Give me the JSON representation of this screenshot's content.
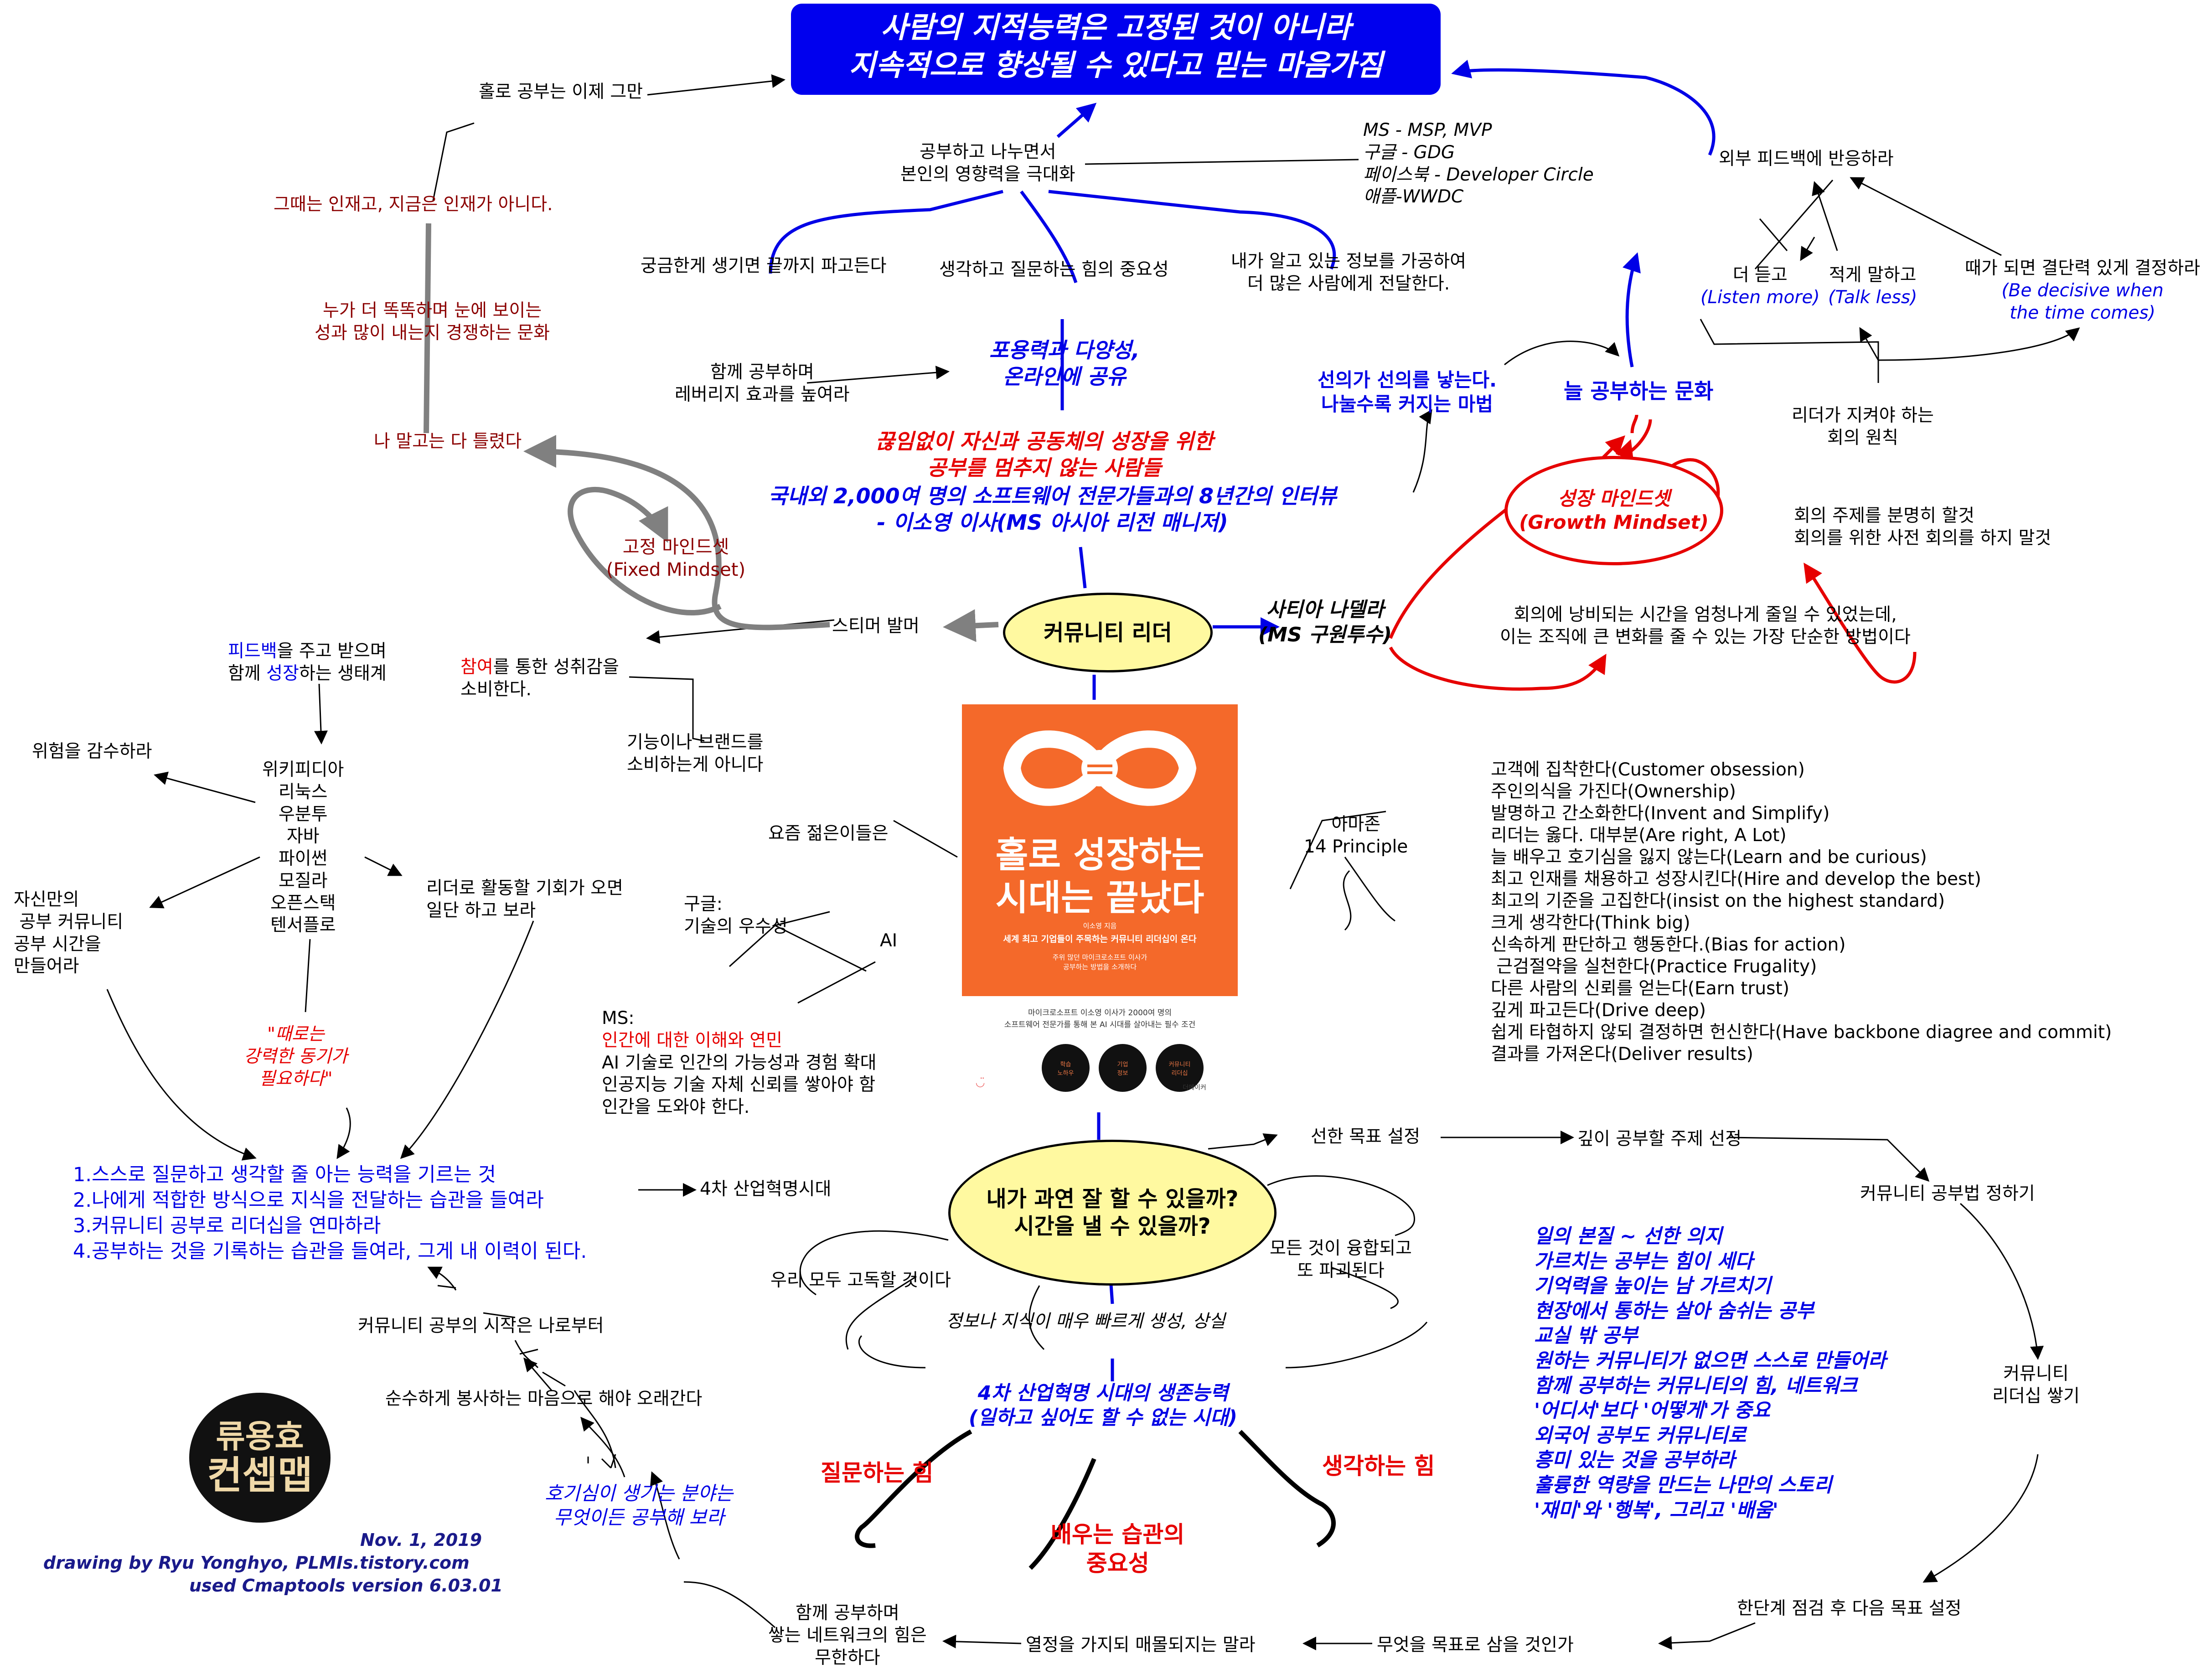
{
  "title": {
    "line1": "사람의 지적능력은 고정된 것이 아니라",
    "line2": "지속적으로 향상될 수 있다고 믿는 마음가짐"
  },
  "center": {
    "community_leader": "커뮤니티 리더",
    "question": "내가 과연 잘 할 수 있을까?\n시간을 낼 수 있을까?",
    "growth_mindset": "성장 마인드셋\n(Growth Mindset)",
    "fixed_mindset": "고정 마인드셋\n(Fixed Mindset)"
  },
  "top": {
    "solo_study_over": "홀로 공부는 이제 그만",
    "talent_then_now": "그때는 인재고, 지금은 인재가 아니다.",
    "who_smarter": "누가 더 똑똑하며 눈에 보이는\n성과 많이 내는지 경쟁하는 문화",
    "i_am_right": "나 말고는 다 틀렸다",
    "leverage": "함께 공부하며\n레버리지 효과를 높여라",
    "share_influence": "공부하고 나누면서\n본인의 영향력을 극대화",
    "dig_deep": "궁금한게 생기면 끝까지 파고든다",
    "think_ask": "생각하고 질문하는 힘의 중요성",
    "process_info": "내가 알고 있는 정보를 가공하여\n더 많은 사람에게 전달한다.",
    "inclusive": "포용력과 다양성,\n온라인에 공유",
    "ms_programs": "MS - MSP, MVP\n구글 - GDG\n페이스북 - Developer Circle\n애플-WWDC",
    "headline_red": "끊임없이 자신과 공동체의 성장을 위한\n공부를 멈추지 않는 사람들",
    "headline_blue": "국내외 2,000여 명의 소프트웨어 전문가들과의 8년간의 인터뷰\n- 이소영 이사(MS 아시아 리전 매니저)",
    "good_begets_good": "선의가 선의를 낳는다.\n나눌수록 커지는 마법",
    "always_study": "늘 공부하는 문화",
    "external_feedback": "외부 피드백에 반응하라",
    "listen_more": "더 듣고",
    "listen_more_en": "(Listen more)",
    "talk_less": "적게 말하고",
    "talk_less_en": "(Talk less)",
    "be_decisive": "때가 되면 결단력 있게 결정하라",
    "be_decisive_en": "(Be decisive when\nthe time comes)",
    "meeting_rules": "리더가 지켜야 하는\n회의 원칙",
    "clarify_topic": "회의 주제를 분명히 할것\n회의를 위한 사전 회의를 하지 말것",
    "meeting_waste": "회의에 낭비되는 시간을 엄청나게 줄일 수 있었는데,\n이는 조직에 큰 변화를 줄 수 있는 가장 단순한 방법이다",
    "satya": "사티아 나델라\n(MS 구원투수)",
    "steve": "스티머 발머"
  },
  "left": {
    "feedback_pre": "피드백",
    "feedback_mid": "을 주고 받으며\n함께 ",
    "feedback_growth": "성장",
    "feedback_post": "하는 생태계",
    "participate_pre": "참여",
    "participate_post": "를 통한 성취감을\n소비한다.",
    "not_brands": "기능이나 브랜드를\n소비하는게 아니다",
    "young_people": "요즘 젊은이들은",
    "take_risks": "위험을 감수하라",
    "oss_list": "위키피디아\n리눅스\n우분투\n자바\n파이썬\n모질라\n오픈스택\n텐서플로",
    "own_community": "자신만의\n 공부 커뮤니티\n공부 시간을\n만들어라",
    "lead_chance": "리더로 활동할 기회가 오면\n일단 하고 보라",
    "motivation": "\"때로는\n강력한 동기가\n필요하다\"",
    "google_ai": "구글:\n기술의 우수성",
    "ai": "AI",
    "ms_ai_label": "MS:",
    "ms_ai_red": "인간에 대한 이해와 연민",
    "ms_ai_rest": "AI 기술로 인간의 가능성과 경험 확대\n인공지능 기술 자체 신뢰를 쌓아야 함\n인간을 도와야 한다.",
    "summary": "1.스스로 질문하고 생각할 줄 아는 능력을 기르는 것\n2.나에게 적합한 방식으로 지식을 전달하는 습관을 들여라\n3.커뮤니티 공부로 리더십을 연마하라\n4.공부하는 것을 기록하는 습관을 들여라, 그게 내 이력이 된다.",
    "fourth_ir": "4차 산업혁명시대",
    "starts_with_me": "커뮤니티 공부의 시작은 나로부터",
    "serve_heart": "순수하게 봉사하는 마음으로 해야 오래간다",
    "curiosity": "호기심이 생기는 분야는\n무엇이든 공부해 보라",
    "network": "함께 공부하며\n쌓는 네트워크의 힘은\n무한하다",
    "passion": "열정을 가지되 매몰되지는 말라"
  },
  "right": {
    "amazon": "아마존\n14 Principle",
    "principles": "고객에 집착한다(Customer obsession)\n주인의식을 가진다(Ownership)\n발명하고 간소화한다(Invent and Simplify)\n리더는 옳다. 대부분(Are right, A Lot)\n늘 배우고 호기심을 잃지 않는다(Learn and be curious)\n최고 인재를 채용하고 성장시킨다(Hire and develop the best)\n최고의 기준을 고집한다(insist on the highest standard)\n크게 생각한다(Think big)\n신속하게 판단하고 행동한다.(Bias for action)\n 근검절약을 실천한다(Practice Frugality)\n다른 사람의 신뢰를 얻는다(Earn trust)\n깊게 파고든다(Drive deep)\n쉽게 타협하지 않되 결정하면 헌신한다(Have backbone diagree and commit)\n결과를 가져온다(Deliver results)",
    "good_goal": "선한 목표 설정",
    "deep_topic": "깊이 공부할 주제 선정",
    "study_method": "커뮤니티 공부법 정하기",
    "leadership": "커뮤니티\n리더십 쌓기",
    "next_goal": "한단계 점검 후 다음 목표 설정",
    "what_goal": "무엇을 목표로 삼을 것인가",
    "convergence": "모든 것이 융합되고\n또 파괴된다",
    "lonely": "우리 모두 고독할 것이다",
    "info_fast": "정보나 지식이 매우 빠르게 생성, 상실",
    "survival": "4차 산업혁명 시대의 생존능력\n(일하고 싶어도 할 수 없는 시대)",
    "ask_power": "질문하는 힘",
    "think_power": "생각하는 힘",
    "learn_habit": "배우는 습관의\n중요성",
    "blue_list": "일의 본질 ~ 선한 의지\n가르치는 공부는 힘이 세다\n기억력을 높이는 남 가르치기\n현장에서 통하는 살아 숨쉬는 공부\n교실 밖 공부\n원하는 커뮤니티가 없으면 스스로 만들어라\n함께 공부하는 커뮤니티의 힘, 네트워크\n'어디서'보다 '어떻게'가 중요\n외국어 공부도 커뮤니티로\n흥미 있는 것을 공부하라\n훌륭한 역량을 만드는 나만의 스토리\n'재미'와 '행복', 그리고 '배움'"
  },
  "book": {
    "title": "홀로 성장하는\n시대는 끝났다",
    "author": "이소영 지음",
    "tagline": "세계 최고 기업들이 주목하는 커뮤니티 리더십이 온다",
    "desc": "주위 많던 마이크로소프트 이사가\n공부하는 방법을 소개하다",
    "blurb": "마이크로소프트 이소영 이사가 2000여 명의\n소프트웨어 전문가를 통해 본 AI 시대를 살아내는 필수 조건",
    "badges": [
      "학습\n노하우",
      "기업\n정보",
      "커뮤니티\n리더십"
    ],
    "publisher": "더메이커"
  },
  "credits": {
    "date": "Nov. 1, 2019",
    "drawing": "drawing by Ryu Yonghyo, PLMIs.tistory.com",
    "tool": "used Cmaptools version 6.03.01",
    "seal_top": "류용효",
    "seal_bottom": "컨셉맵"
  },
  "colors": {
    "blue": "#0000e6",
    "red": "#e60000",
    "dark_red": "#8b0000",
    "title_bg": "#0000ee",
    "ellipse_fill": "#fff9a0",
    "book_orange": "#f4692a",
    "gray_arrow": "#808080"
  }
}
